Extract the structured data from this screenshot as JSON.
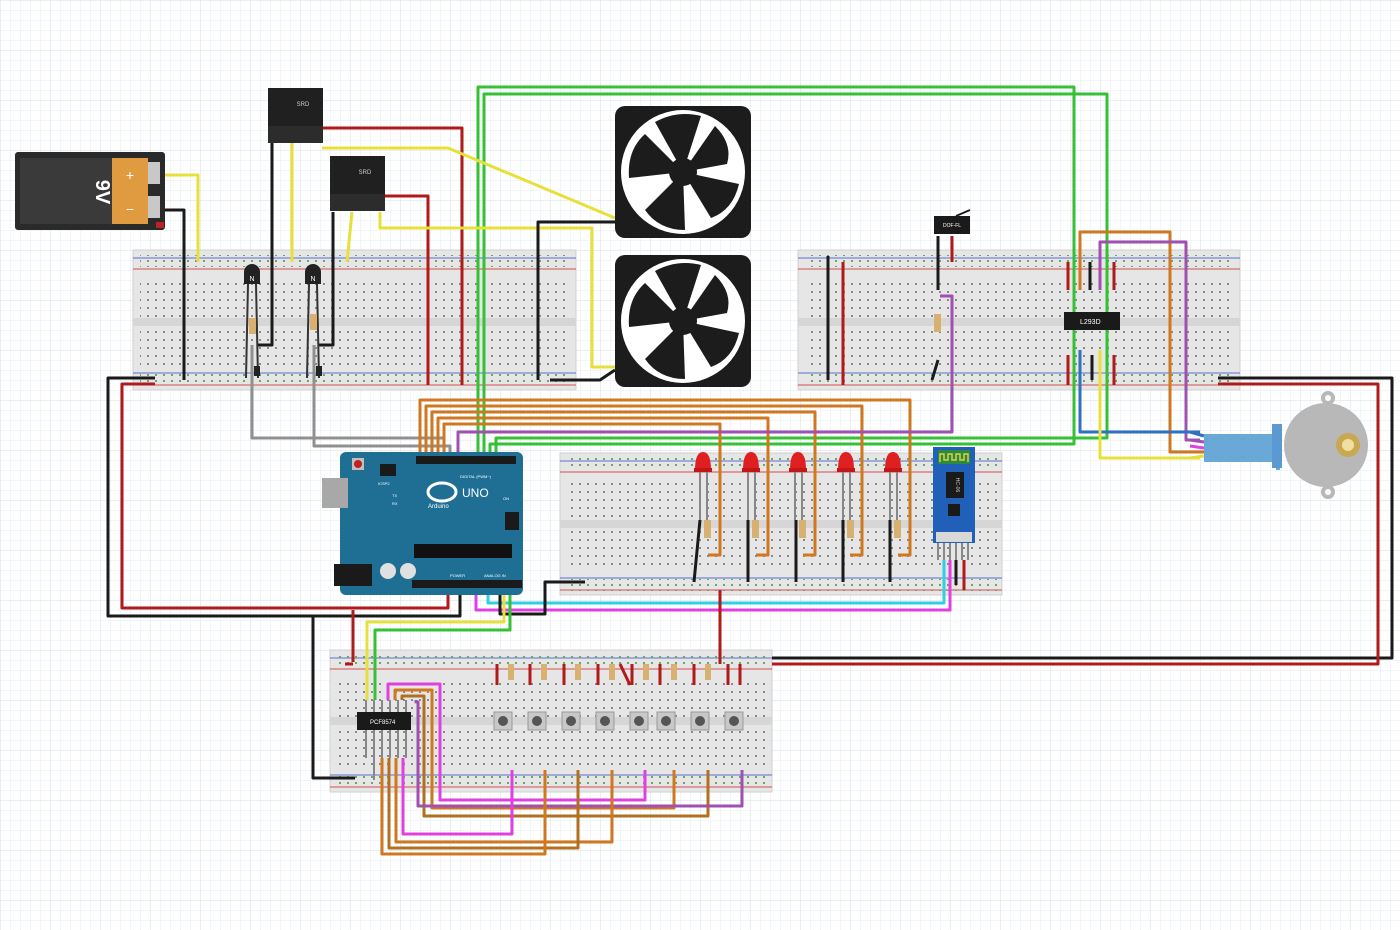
{
  "battery": {
    "voltage": "9V",
    "plus": "+",
    "minus": "−"
  },
  "relays": {
    "label_1": "SRD",
    "label_2": "SRD"
  },
  "transistor_mark": "N",
  "arduino": {
    "model": "UNO",
    "brand": "Arduino",
    "header_digital": "DIGITAL (PWM~)",
    "header_power": "POWER",
    "header_analog": "ANALOG IN",
    "icsp": "ICSP2",
    "tx": "TX",
    "rx": "RX",
    "on": "ON"
  },
  "motor_driver": {
    "label": "L293D"
  },
  "io_expander": {
    "label": "PCF8574"
  },
  "microswitch": {
    "label": "DOF-FL"
  },
  "bluetooth": {
    "label": "HC-06"
  },
  "colors": {
    "wire_red": "#b01a1a",
    "wire_black": "#1a1a1a",
    "wire_yellow": "#e8e03a",
    "wire_green": "#35c035",
    "wire_orange": "#d07820",
    "wire_purple": "#a050b0",
    "wire_magenta": "#e040e0",
    "wire_cyan": "#30d0e0",
    "wire_gray": "#909090",
    "wire_blue": "#3070c0",
    "arduino_blue": "#1f6f95",
    "breadboard": "#e6e6e6",
    "grid": "#dce8f0"
  }
}
